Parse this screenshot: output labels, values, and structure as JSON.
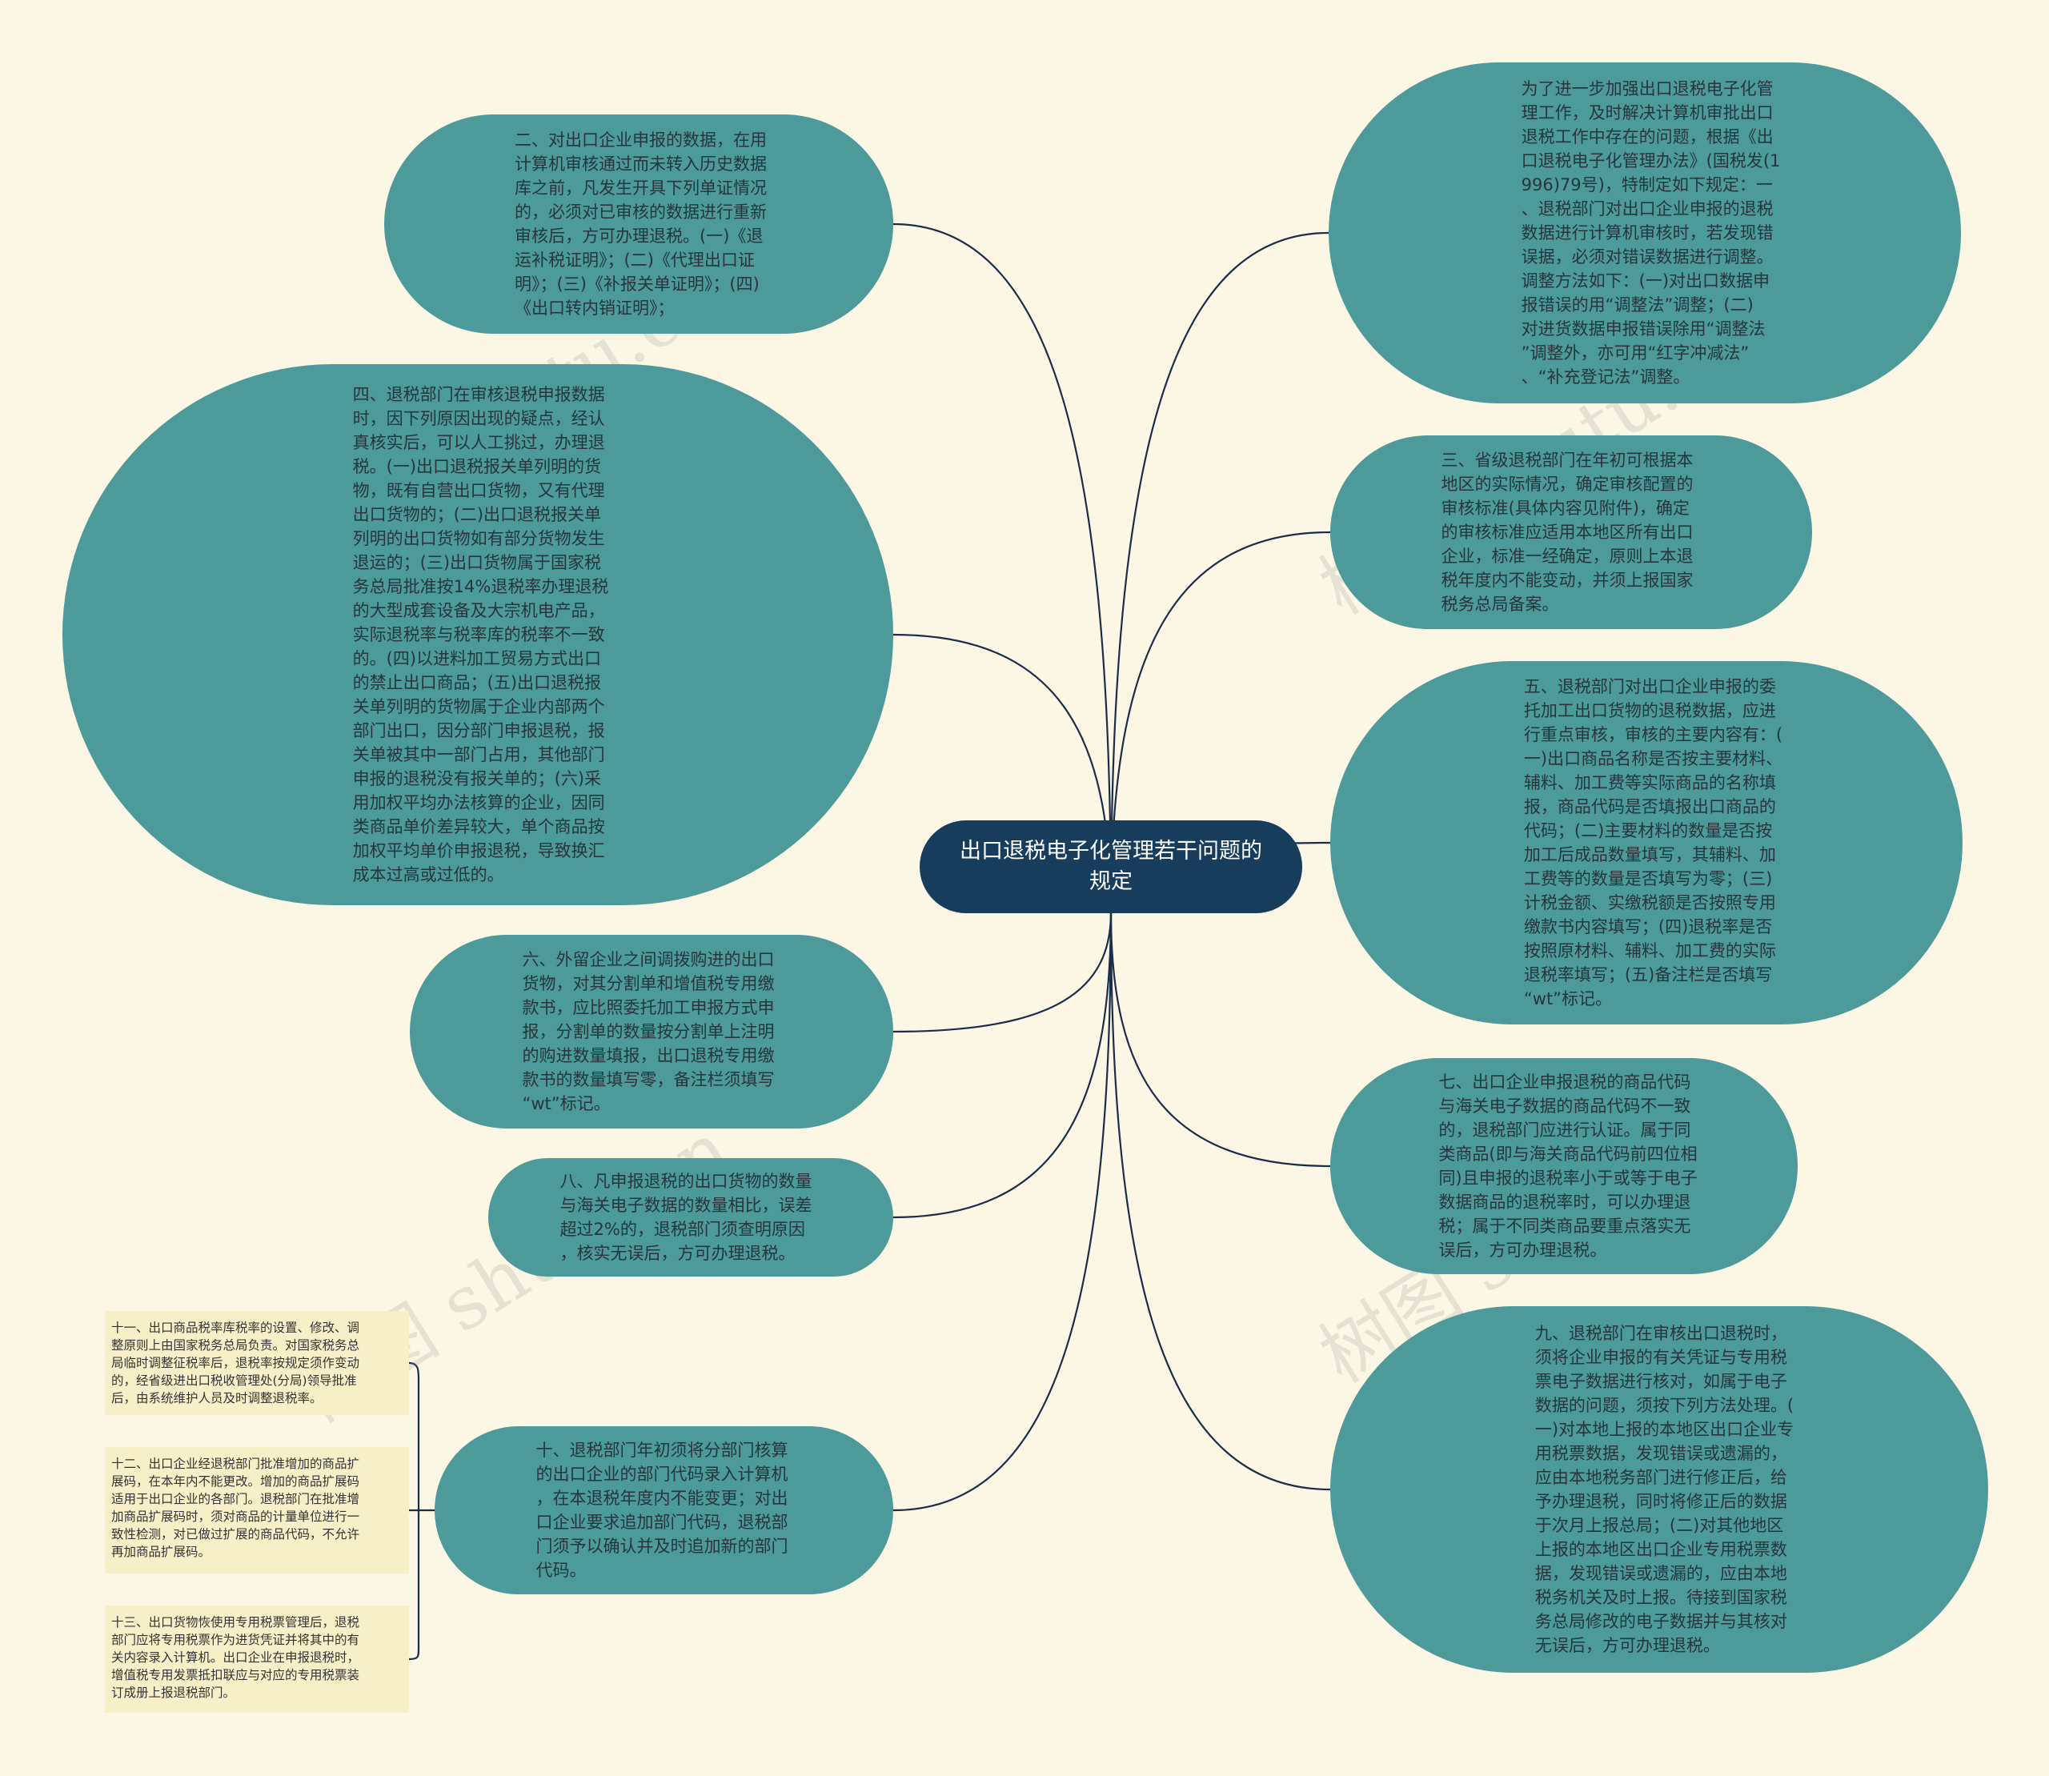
{
  "title": "出口退税电子化管理若干问题的规定",
  "watermark": "树图 shutu.cn",
  "colors": {
    "background": "#fcf6e4",
    "node_fill": "#4d9a9a",
    "center_fill": "#173c5c",
    "line": "#1a2e4a",
    "note_fill": "#f7efc8"
  },
  "nodes": {
    "n1": "为了进一步加强出口退税电子化管\n理工作，及时解决计算机审批出口\n退税工作中存在的问题，根据《出\n口退税电子化管理办法》(国税发(1\n996)79号)，特制定如下规定：一\n、退税部门对出口企业申报的退税\n数据进行计算机审核时，若发现错\n误据，必须对错误数据进行调整。\n调整方法如下：(一)对出口数据申\n报错误的用“调整法”调整；(二)\n对进货数据申报错误除用“调整法\n”调整外，亦可用“红字冲减法”\n、“补充登记法”调整。",
    "n2": "二、对出口企业申报的数据，在用\n计算机审核通过而未转入历史数据\n库之前，凡发生开具下列单证情况\n的，必须对已审核的数据进行重新\n审核后，方可办理退税。(一)《退\n运补税证明》；(二)《代理出口证\n明》；(三)《补报关单证明》；(四)\n《出口转内销证明》；",
    "n3": "三、省级退税部门在年初可根据本\n地区的实际情况，确定审核配置的\n审核标准(具体内容见附件)，确定\n的审核标准应适用本地区所有出口\n企业，标准一经确定，原则上本退\n税年度内不能变动，并须上报国家\n税务总局备案。",
    "n4": "四、退税部门在审核退税申报数据\n时，因下列原因出现的疑点，经认\n真核实后，可以人工挑过，办理退\n税。(一)出口退税报关单列明的货\n物，既有自营出口货物，又有代理\n出口货物的；(二)出口退税报关单\n列明的出口货物如有部分货物发生\n退运的；(三)出口货物属于国家税\n务总局批准按14%退税率办理退税\n的大型成套设备及大宗机电产品，\n实际退税率与税率库的税率不一致\n的。(四)以进料加工贸易方式出口\n的禁止出口商品；(五)出口退税报\n关单列明的货物属于企业内部两个\n部门出口，因分部门申报退税，报\n关单被其中一部门占用，其他部门\n申报的退税没有报关单的；(六)采\n用加权平均办法核算的企业，因同\n类商品单价差异较大，单个商品按\n加权平均单价申报退税，导致换汇\n成本过高或过低的。",
    "n5": "五、退税部门对出口企业申报的委\n托加工出口货物的退税数据，应进\n行重点审核，审核的主要内容有：(\n一)出口商品名称是否按主要材料、\n辅料、加工费等实际商品的名称填\n报，商品代码是否填报出口商品的\n代码；(二)主要材料的数量是否按\n加工后成品数量填写，其辅料、加\n工费等的数量是否填写为零；(三)\n计税金额、实缴税额是否按照专用\n缴款书内容填写；(四)退税率是否\n按照原材料、辅料、加工费的实际\n退税率填写；(五)备注栏是否填写\n“wt”标记。",
    "n6": "六、外留企业之间调拨购进的出口\n货物，对其分割单和增值税专用缴\n款书，应比照委托加工申报方式申\n报，分割单的数量按分割单上注明\n的购进数量填报，出口退税专用缴\n款书的数量填写零，备注栏须填写\n“wt”标记。",
    "n7": "七、出口企业申报退税的商品代码\n与海关电子数据的商品代码不一致\n的，退税部门应进行认证。属于同\n类商品(即与海关商品代码前四位相\n同)且申报的退税率小于或等于电子\n数据商品的退税率时，可以办理退\n税；属于不同类商品要重点落实无\n误后，方可办理退税。",
    "n8": "八、凡申报退税的出口货物的数量\n与海关电子数据的数量相比，误差\n超过2%的，退税部门须查明原因\n，核实无误后，方可办理退税。",
    "n9": "九、退税部门在审核出口退税时，\n须将企业申报的有关凭证与专用税\n票电子数据进行核对，如属于电子\n数据的问题，须按下列方法处理。(\n一)对本地上报的本地区出口企业专\n用税票数据，发现错误或遗漏的，\n应由本地税务部门进行修正后，给\n予办理退税，同时将修正后的数据\n于次月上报总局；(二)对其他地区\n上报的本地区出口企业专用税票数\n据，发现错误或遗漏的，应由本地\n税务机关及时上报。待接到国家税\n务总局修改的电子数据并与其核对\n无误后，方可办理退税。",
    "n10": "十、退税部门年初须将分部门核算\n的出口企业的部门代码录入计算机\n，在本退税年度内不能变更；对出\n口企业要求追加部门代码，退税部\n门须予以确认并及时追加新的部门\n代码。",
    "n11": "十一、出口商品税率库税率的设置、修改、调\n整原则上由国家税务总局负责。对国家税务总\n局临时调整征税率后，退税率按规定须作变动\n的，经省级进出口税收管理处(分局)领导批准\n后，由系统维护人员及时调整退税率。",
    "n12": "十二、出口企业经退税部门批准增加的商品扩\n展码，在本年内不能更改。增加的商品扩展码\n适用于出口企业的各部门。退税部门在批准增\n加商品扩展码时，须对商品的计量单位进行一\n致性检测，对已做过扩展的商品代码，不允许\n再加商品扩展码。",
    "n13": "十三、出口货物恢使用专用税票管理后，退税\n部门应将专用税票作为进货凭证并将其中的有\n关内容录入计算机。出口企业在申报退税时，\n增值税专用发票抵扣联应与对应的专用税票装\n订成册上报退税部门。"
  }
}
